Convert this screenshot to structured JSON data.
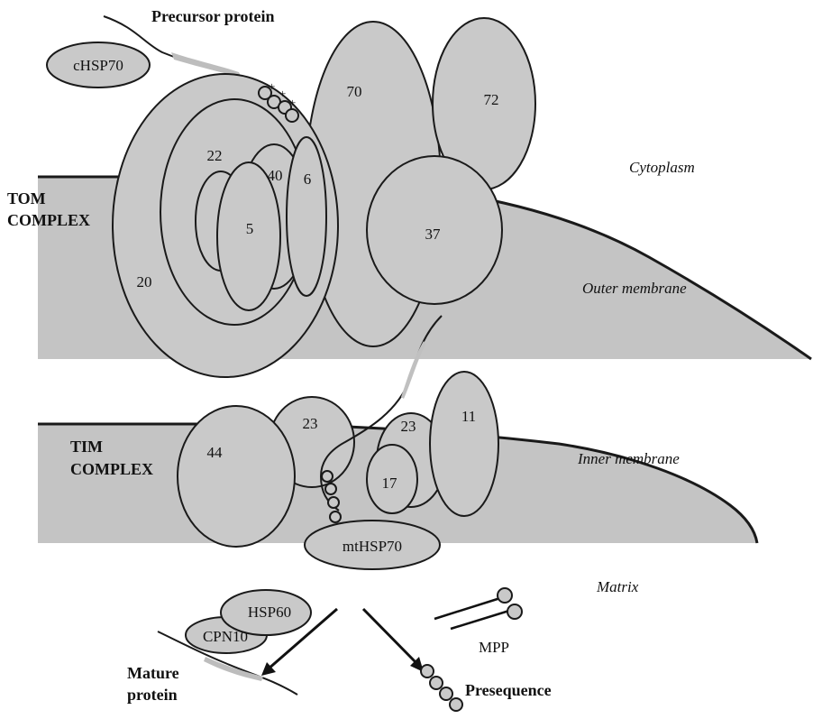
{
  "title": "",
  "labels": {
    "precursor_protein": "Precursor protein",
    "chsp70": "cHSP70",
    "tom_line1": "TOM",
    "tom_line2": "COMPLEX",
    "tim_line1": "TIM",
    "tim_line2": "COMPLEX",
    "cytoplasm": "Cytoplasm",
    "outer_membrane": "Outer membrane",
    "inner_membrane": "Inner membrane",
    "matrix": "Matrix",
    "mthsp70": "mtHSP70",
    "hsp60": "HSP60",
    "cpn10": "CPN10",
    "mpp": "MPP",
    "mature_line1": "Mature",
    "mature_line2": "protein",
    "presequence": "Presequence",
    "plus": "+"
  },
  "tom_subunits": {
    "s70": "70",
    "s72": "72",
    "s22": "22",
    "s40": "40",
    "s6": "6",
    "s5": "5",
    "s20": "20",
    "s37": "37"
  },
  "tim_subunits": {
    "s44": "44",
    "s23a": "23",
    "s23b": "23",
    "s11": "11",
    "s17": "17"
  },
  "colors": {
    "fill": "#c9c9c9",
    "membrane": "#c4c4c4",
    "stroke": "#1a1a1a",
    "text": "#111111"
  }
}
